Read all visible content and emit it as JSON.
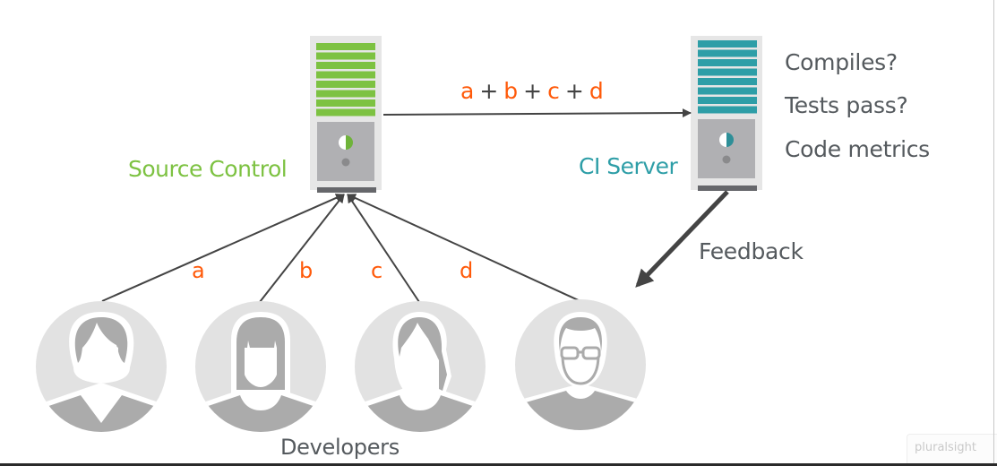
{
  "colors": {
    "source_accent": "#7dc242",
    "ci_accent": "#2e9ea7",
    "change_label": "#ff5a0a",
    "text": "#555a5e",
    "arrow": "#444444",
    "server_case": "#e6e6e6",
    "server_panel": "#b0b0b3",
    "avatar_bg": "#e2e2e2",
    "avatar_fg": "#ababab"
  },
  "source_control": {
    "label": "Source Control",
    "icon": "server-icon"
  },
  "ci_server": {
    "label": "CI Server",
    "icon": "server-icon",
    "checks": [
      "Compiles?",
      "Tests pass?",
      "Code metrics"
    ]
  },
  "integration": {
    "terms": [
      "a",
      "b",
      "c",
      "d"
    ],
    "operator": "+"
  },
  "feedback": {
    "label": "Feedback"
  },
  "developers": {
    "label": "Developers",
    "items": [
      {
        "change": "a",
        "avatar": "woman-bob-avatar"
      },
      {
        "change": "b",
        "avatar": "woman-bangs-avatar"
      },
      {
        "change": "c",
        "avatar": "woman-ponytail-avatar"
      },
      {
        "change": "d",
        "avatar": "man-glasses-avatar"
      }
    ]
  },
  "watermark": {
    "text": "pluralsight"
  }
}
